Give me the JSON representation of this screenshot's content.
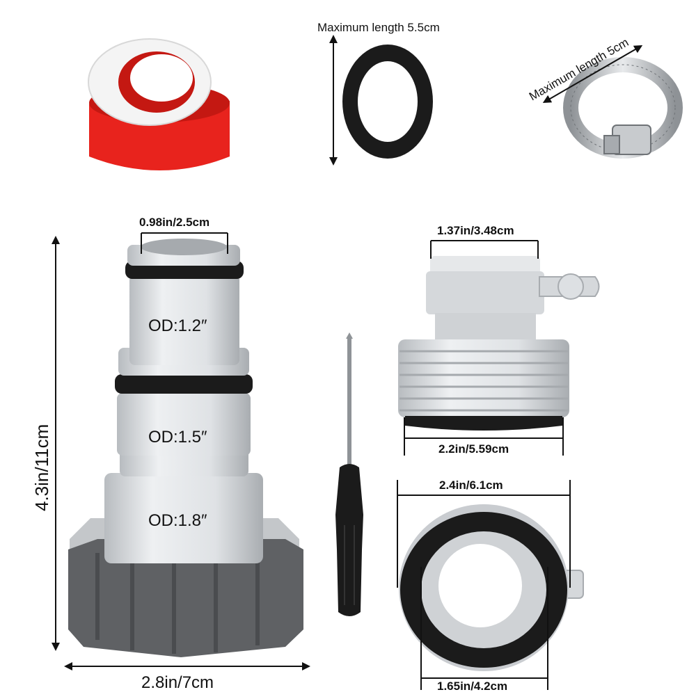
{
  "labels": {
    "gasket_length": "Maximum length 5.5cm",
    "clamp_length": "Maximum length 5cm",
    "adapter_top_id": "0.98in/2.5cm",
    "od_small": "OD:1.2″",
    "od_medium": "OD:1.5″",
    "od_large": "OD:1.8″",
    "adapter_height": "4.3in/11cm",
    "adapter_width": "2.8in/7cm",
    "threaded_top": "1.37in/3.48cm",
    "threaded_bottom": "2.2in/5.59cm",
    "ring_outer": "2.4in/6.1cm",
    "ring_inner": "1.65in/4.2cm"
  },
  "colors": {
    "tape_red": "#e8231d",
    "plastic_gray": "#d9dcdf",
    "nut_gray": "#5f6164",
    "rubber_black": "#1b1b1b",
    "steel": "#b9bcbf"
  }
}
